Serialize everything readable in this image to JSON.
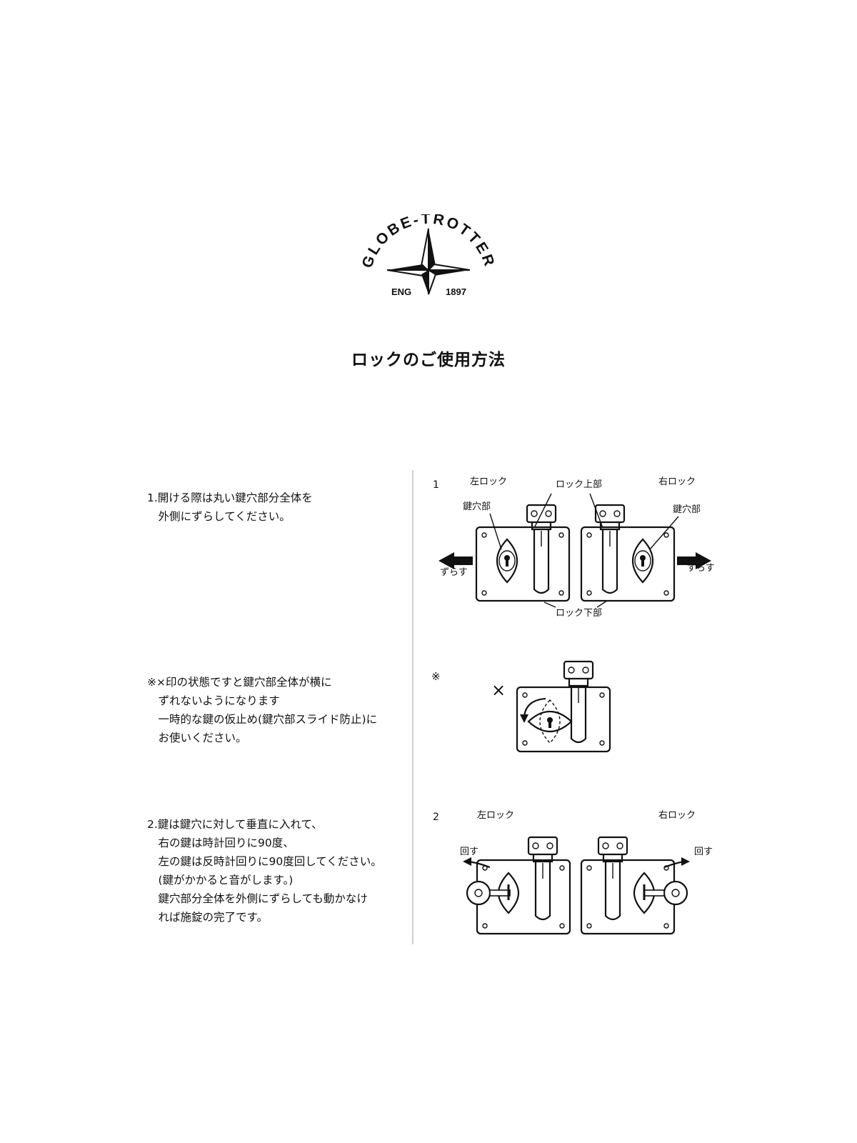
{
  "logo": {
    "brand_text": "GLOBE-TROTTER",
    "left_text": "ENG",
    "right_text": "1897"
  },
  "page_title": "ロックのご使用方法",
  "steps": {
    "step1": {
      "text": "1.開ける際は丸い鍵穴部分全体を\n　外側にずらしてください。"
    },
    "note": {
      "text": "※×印の状態ですと鍵穴部全体が横に\n　ずれないようになります\n　一時的な鍵の仮止め(鍵穴部スライド防止)に\n　お使いください。"
    },
    "step2": {
      "text": "2.鍵は鍵穴に対して垂直に入れて、\n　右の鍵は時計回りに90度、\n　左の鍵は反時計回りに90度回してください。\n　(鍵がかかると音がします。)\n　鍵穴部分全体を外側にずらしても動かなけ\n　れば施錠の完了です。"
    }
  },
  "diagram1": {
    "number": "1",
    "left_lock": "左ロック",
    "right_lock": "右ロック",
    "lock_top": "ロック上部",
    "keyhole_left": "鍵穴部",
    "keyhole_right": "鍵穴部",
    "slide_left": "ずらす",
    "slide_right": "ずらす",
    "lock_bottom": "ロック下部"
  },
  "diagram_note": {
    "mark": "※",
    "cross": "×"
  },
  "diagram2": {
    "number": "2",
    "left_lock": "左ロック",
    "right_lock": "右ロック",
    "turn_left": "回す",
    "turn_right": "回す"
  }
}
